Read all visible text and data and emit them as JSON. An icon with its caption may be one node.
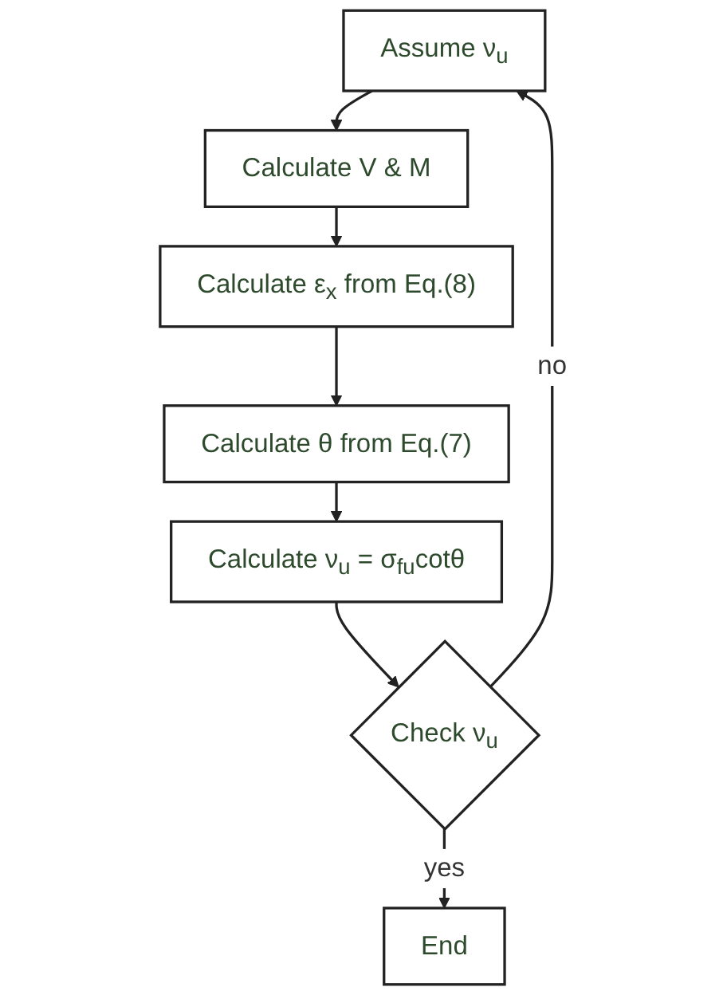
{
  "diagram": {
    "nodes": [
      {
        "text": [
          "Assume ν$_{u}$"
        ]
      },
      {
        "text": [
          "Calculate V & M"
        ]
      },
      {
        "text": [
          "Calculate ε$_{x}$ from Eq.(8)"
        ]
      },
      {
        "text": [
          "Calculate θ from Eq.(7)"
        ]
      },
      {
        "text": [
          "Calculate ν$_{u}$ = σ$_{fu}$cotθ"
        ]
      },
      {
        "text": [
          "Check ν$_{u}$"
        ]
      },
      {
        "text": [
          "End"
        ]
      }
    ],
    "edges": [
      {
        "from": 0,
        "to": 1,
        "arrow": "to"
      },
      {
        "from": 1,
        "to": 2,
        "arrow": "to"
      },
      {
        "from": 2,
        "to": 3,
        "arrow": "to"
      },
      {
        "from": 3,
        "to": 4,
        "arrow": "to"
      },
      {
        "from": 4,
        "to": 5,
        "arrow": "to"
      },
      {
        "from": 5,
        "to": 6,
        "label": "yes",
        "arrow": "to"
      },
      {
        "from": 5,
        "to": 0,
        "label": "no",
        "arrow": "to"
      }
    ]
  }
}
